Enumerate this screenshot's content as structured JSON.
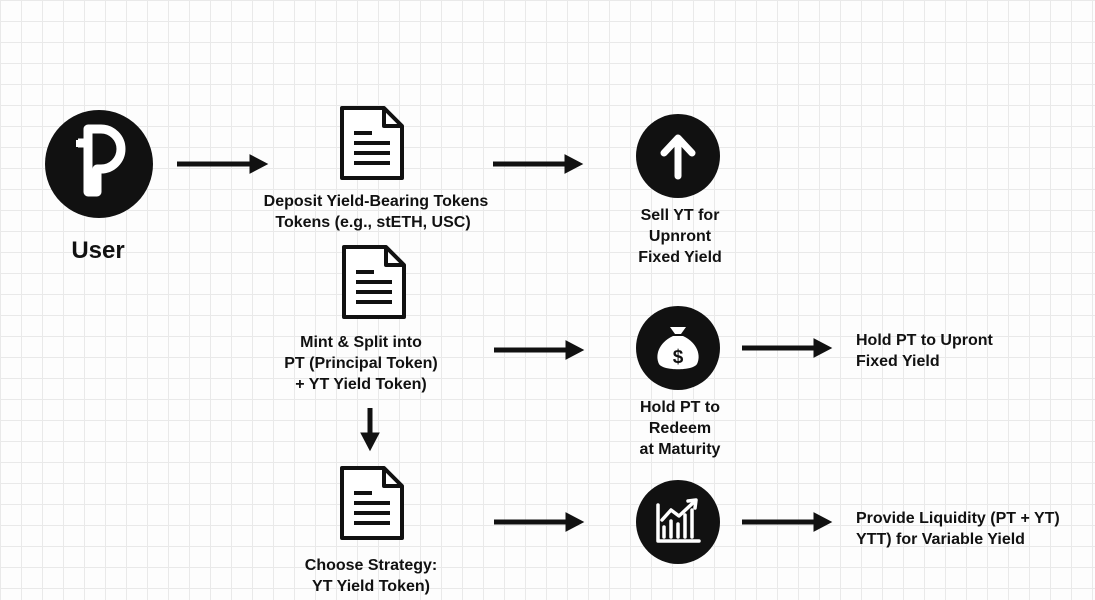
{
  "user": {
    "label": "User"
  },
  "deposit": {
    "line1": "Deposit Yield-Bearing Tokens",
    "line2": "Tokens (e.g., stETH, USC)"
  },
  "mint_split": {
    "line1": "Mint & Split into",
    "line2": "PT (Principal Token)",
    "line3": "+ YT Yield Token)"
  },
  "choose_strategy": {
    "line1": "Choose Strategy:",
    "line2": "YT Yield Token)"
  },
  "sell_yt": {
    "line1": "Sell YT for",
    "line2": "Upnront",
    "line3": "Fixed Yield"
  },
  "hold_pt_redeem": {
    "line1": "Hold PT to",
    "line2": "Redeem",
    "line3": "at Maturity"
  },
  "hold_pt_fixed": {
    "line1": "Hold PT to Upront",
    "line2": "Fixed Yield"
  },
  "provide_liquidity": {
    "line1": "Provide Liquidity (PT + YT)",
    "line2": "YTT) for Variable Yield"
  },
  "colors": {
    "ink": "#111111",
    "background": "#fdfdfd",
    "grid": "#e9e9e9"
  },
  "icons": {
    "user": "pendle-logo-icon",
    "documents": "document-icon",
    "sell": "arrow-up-icon",
    "redeem": "money-bag-icon",
    "liquidity": "growth-chart-icon"
  }
}
